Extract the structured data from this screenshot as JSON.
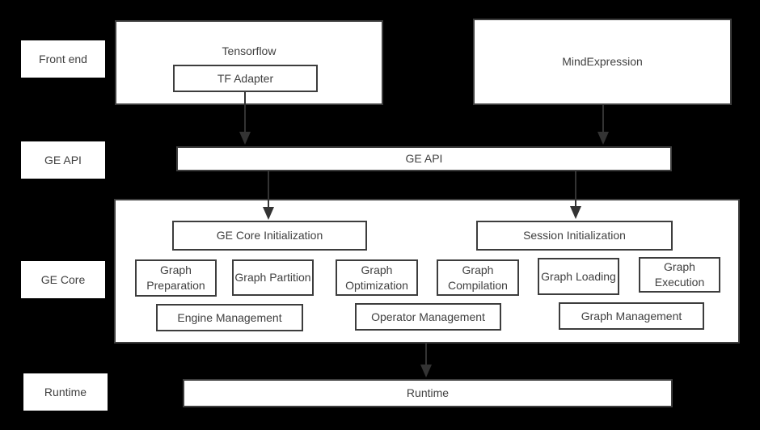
{
  "colors": {
    "background": "#000000",
    "node_fill": "#ffffff",
    "node_border": "#3d3d3d",
    "text": "#404040",
    "arrow": "#333333"
  },
  "row_labels": {
    "front_end": "Front end",
    "ge_api": "GE API",
    "ge_core": "GE Core",
    "runtime": "Runtime"
  },
  "front_end": {
    "tensorflow_label": "Tensorflow",
    "tf_adapter_label": "TF Adapter",
    "mindexpression_label": "MindExpression"
  },
  "ge_api": {
    "bar_label": "GE API"
  },
  "ge_core": {
    "ge_core_initialization": "GE Core Initialization",
    "session_initialization": "Session Initialization",
    "stages": [
      "Graph Preparation",
      "Graph Partition",
      "Graph Optimization",
      "Graph Compilation",
      "Graph Loading",
      "Graph Execution"
    ],
    "management": [
      "Engine Management",
      "Operator Management",
      "Graph Management"
    ]
  },
  "runtime": {
    "bar_label": "Runtime"
  }
}
